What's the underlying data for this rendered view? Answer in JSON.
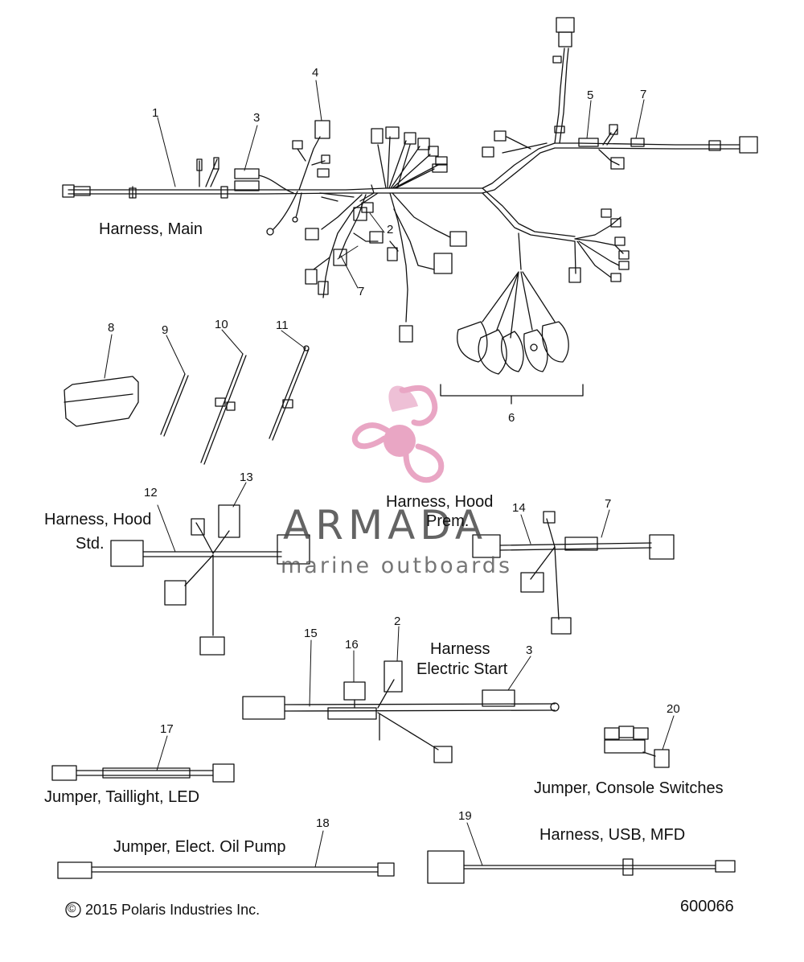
{
  "diagram": {
    "group_labels": {
      "harness_main": "Harness, Main",
      "harness_hood_std_1": "Harness, Hood",
      "harness_hood_std_2": "Std.",
      "harness_hood_prem_1": "Harness, Hood",
      "harness_hood_prem_2": "Prem.",
      "harness_electric_start_1": "Harness",
      "harness_electric_start_2": "Electric Start",
      "jumper_taillight": "Jumper, Taillight, LED",
      "jumper_console": "Jumper, Console Switches",
      "jumper_oil_pump": "Jumper, Elect. Oil Pump",
      "harness_usb": "Harness, USB, MFD"
    },
    "callouts": {
      "c1": "1",
      "c2a": "2",
      "c3a": "3",
      "c4": "4",
      "c5": "5",
      "c7a": "7",
      "c7b": "7",
      "c6": "6",
      "c8": "8",
      "c9": "9",
      "c10": "10",
      "c11": "11",
      "c12": "12",
      "c13": "13",
      "c14": "14",
      "c7c": "7",
      "c15": "15",
      "c16": "16",
      "c2b": "2",
      "c3b": "3",
      "c17": "17",
      "c20": "20",
      "c18": "18",
      "c19": "19"
    },
    "copyright": "2015 Polaris Industries Inc.",
    "copyright_symbol": "©",
    "drawing_number": "600066"
  },
  "watermark": {
    "brand": "ARMADA",
    "tagline": "marine outboards",
    "logo": "propeller-logo",
    "color": "#e9a6c4",
    "text_color": "#4a4a4a"
  },
  "colors": {
    "line": "#111111",
    "background": "#ffffff"
  }
}
